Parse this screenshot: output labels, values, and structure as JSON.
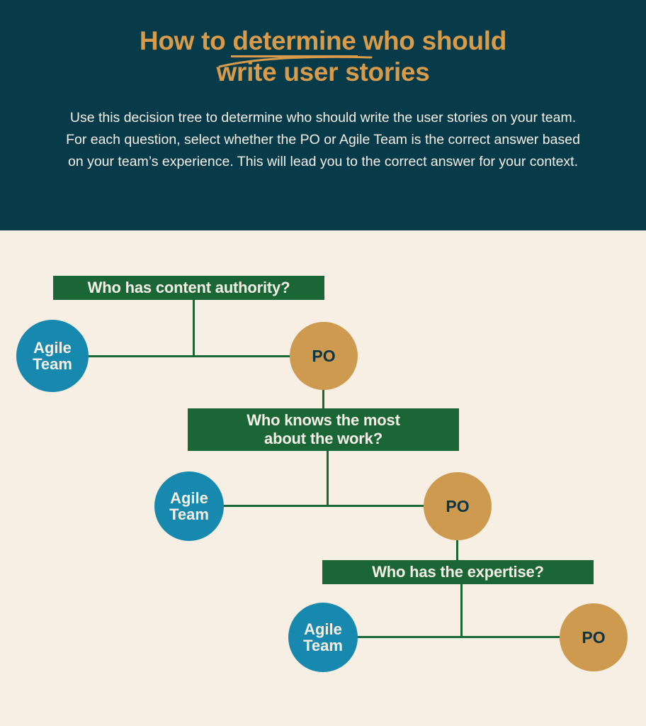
{
  "header": {
    "title_pre": "How to ",
    "title_emph": "determine",
    "title_post": " who should",
    "title_line2": "write user stories",
    "subtitle": "Use this decision tree to determine who should write the user stories on your team. For each question, select whether the PO or Agile Team is the correct answer based on your team’s experience. This will lead you to the correct answer for your context."
  },
  "colors": {
    "header_bg": "#083B4A",
    "page_bg": "#F7EFE4",
    "accent_gold": "#D79B4A",
    "question_green": "#1A6636",
    "team_teal": "#1789AE",
    "po_tan": "#CE9A4F",
    "text_cream": "#F4EFE6",
    "po_text": "#0B3446"
  },
  "chart_data": {
    "type": "diagram",
    "diagram_kind": "decision-tree",
    "title": "How to determine who should write user stories",
    "levels": [
      {
        "question": "Who has content authority?",
        "left_option": "Agile Team",
        "right_option": "PO",
        "right_continues": true
      },
      {
        "question": "Who knows the most about the work?",
        "left_option": "Agile Team",
        "right_option": "PO",
        "right_continues": true
      },
      {
        "question": "Who has the expertise?",
        "left_option": "Agile Team",
        "right_option": "PO",
        "right_continues": false
      }
    ]
  },
  "nodes": {
    "q1": "Who has content authority?",
    "q2_line1": "Who knows the most",
    "q2_line2": "about the work?",
    "q3": "Who has the expertise?",
    "team_label_line1": "Agile",
    "team_label_line2": "Team",
    "po_label": "PO"
  }
}
